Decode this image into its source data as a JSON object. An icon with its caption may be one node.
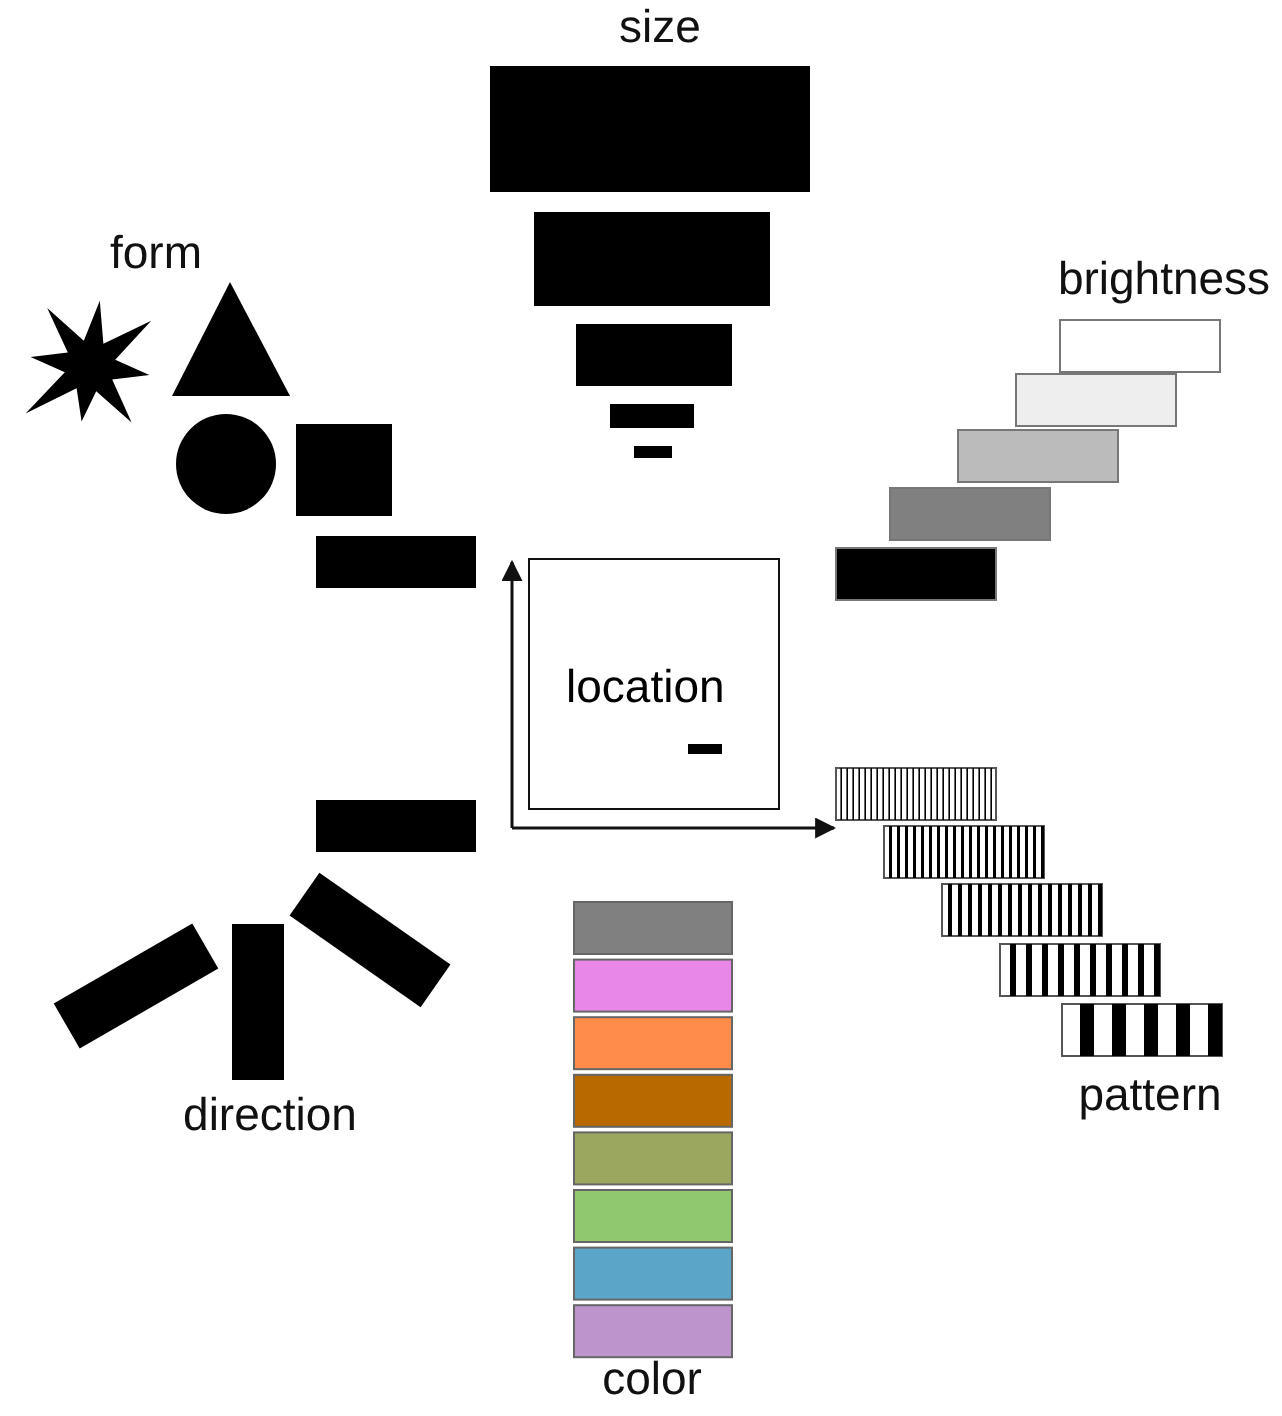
{
  "diagram": {
    "nodes": [
      {
        "text": [
          "location"
        ]
      }
    ],
    "edges": [],
    "labels": [
      "size",
      "form",
      "brightness",
      "direction",
      "pattern",
      "color"
    ]
  }
}
